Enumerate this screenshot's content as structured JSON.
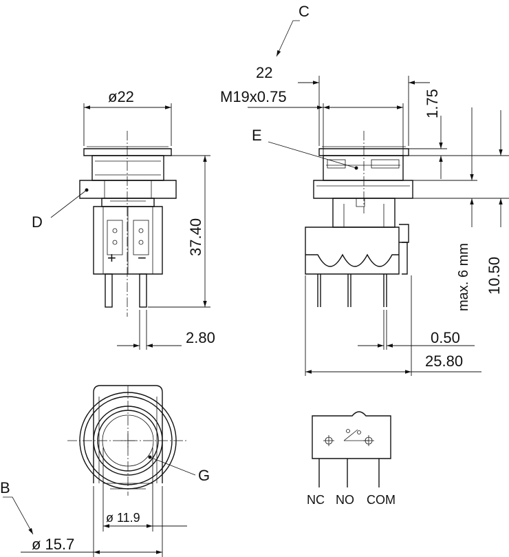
{
  "callouts": {
    "b": "B",
    "c": "C",
    "d": "D",
    "e": "E",
    "g": "G"
  },
  "dimensions": {
    "dia_22": "ø22",
    "width_22": "22",
    "thread": "M19x0.75",
    "d_1_75": "1.75",
    "h_37_40": "37.40",
    "pin_2_80": "2.80",
    "max_6mm": "max. 6 mm",
    "d_10_50": "10.50",
    "d_0_50": "0.50",
    "d_25_80": "25.80",
    "dia_11_9": "ø 11.9",
    "dia_15_7": "ø 15.7"
  },
  "terminals": {
    "nc": "NC",
    "no": "NO",
    "com": "COM"
  },
  "polarity": {
    "plus": "+",
    "minus": "−"
  }
}
